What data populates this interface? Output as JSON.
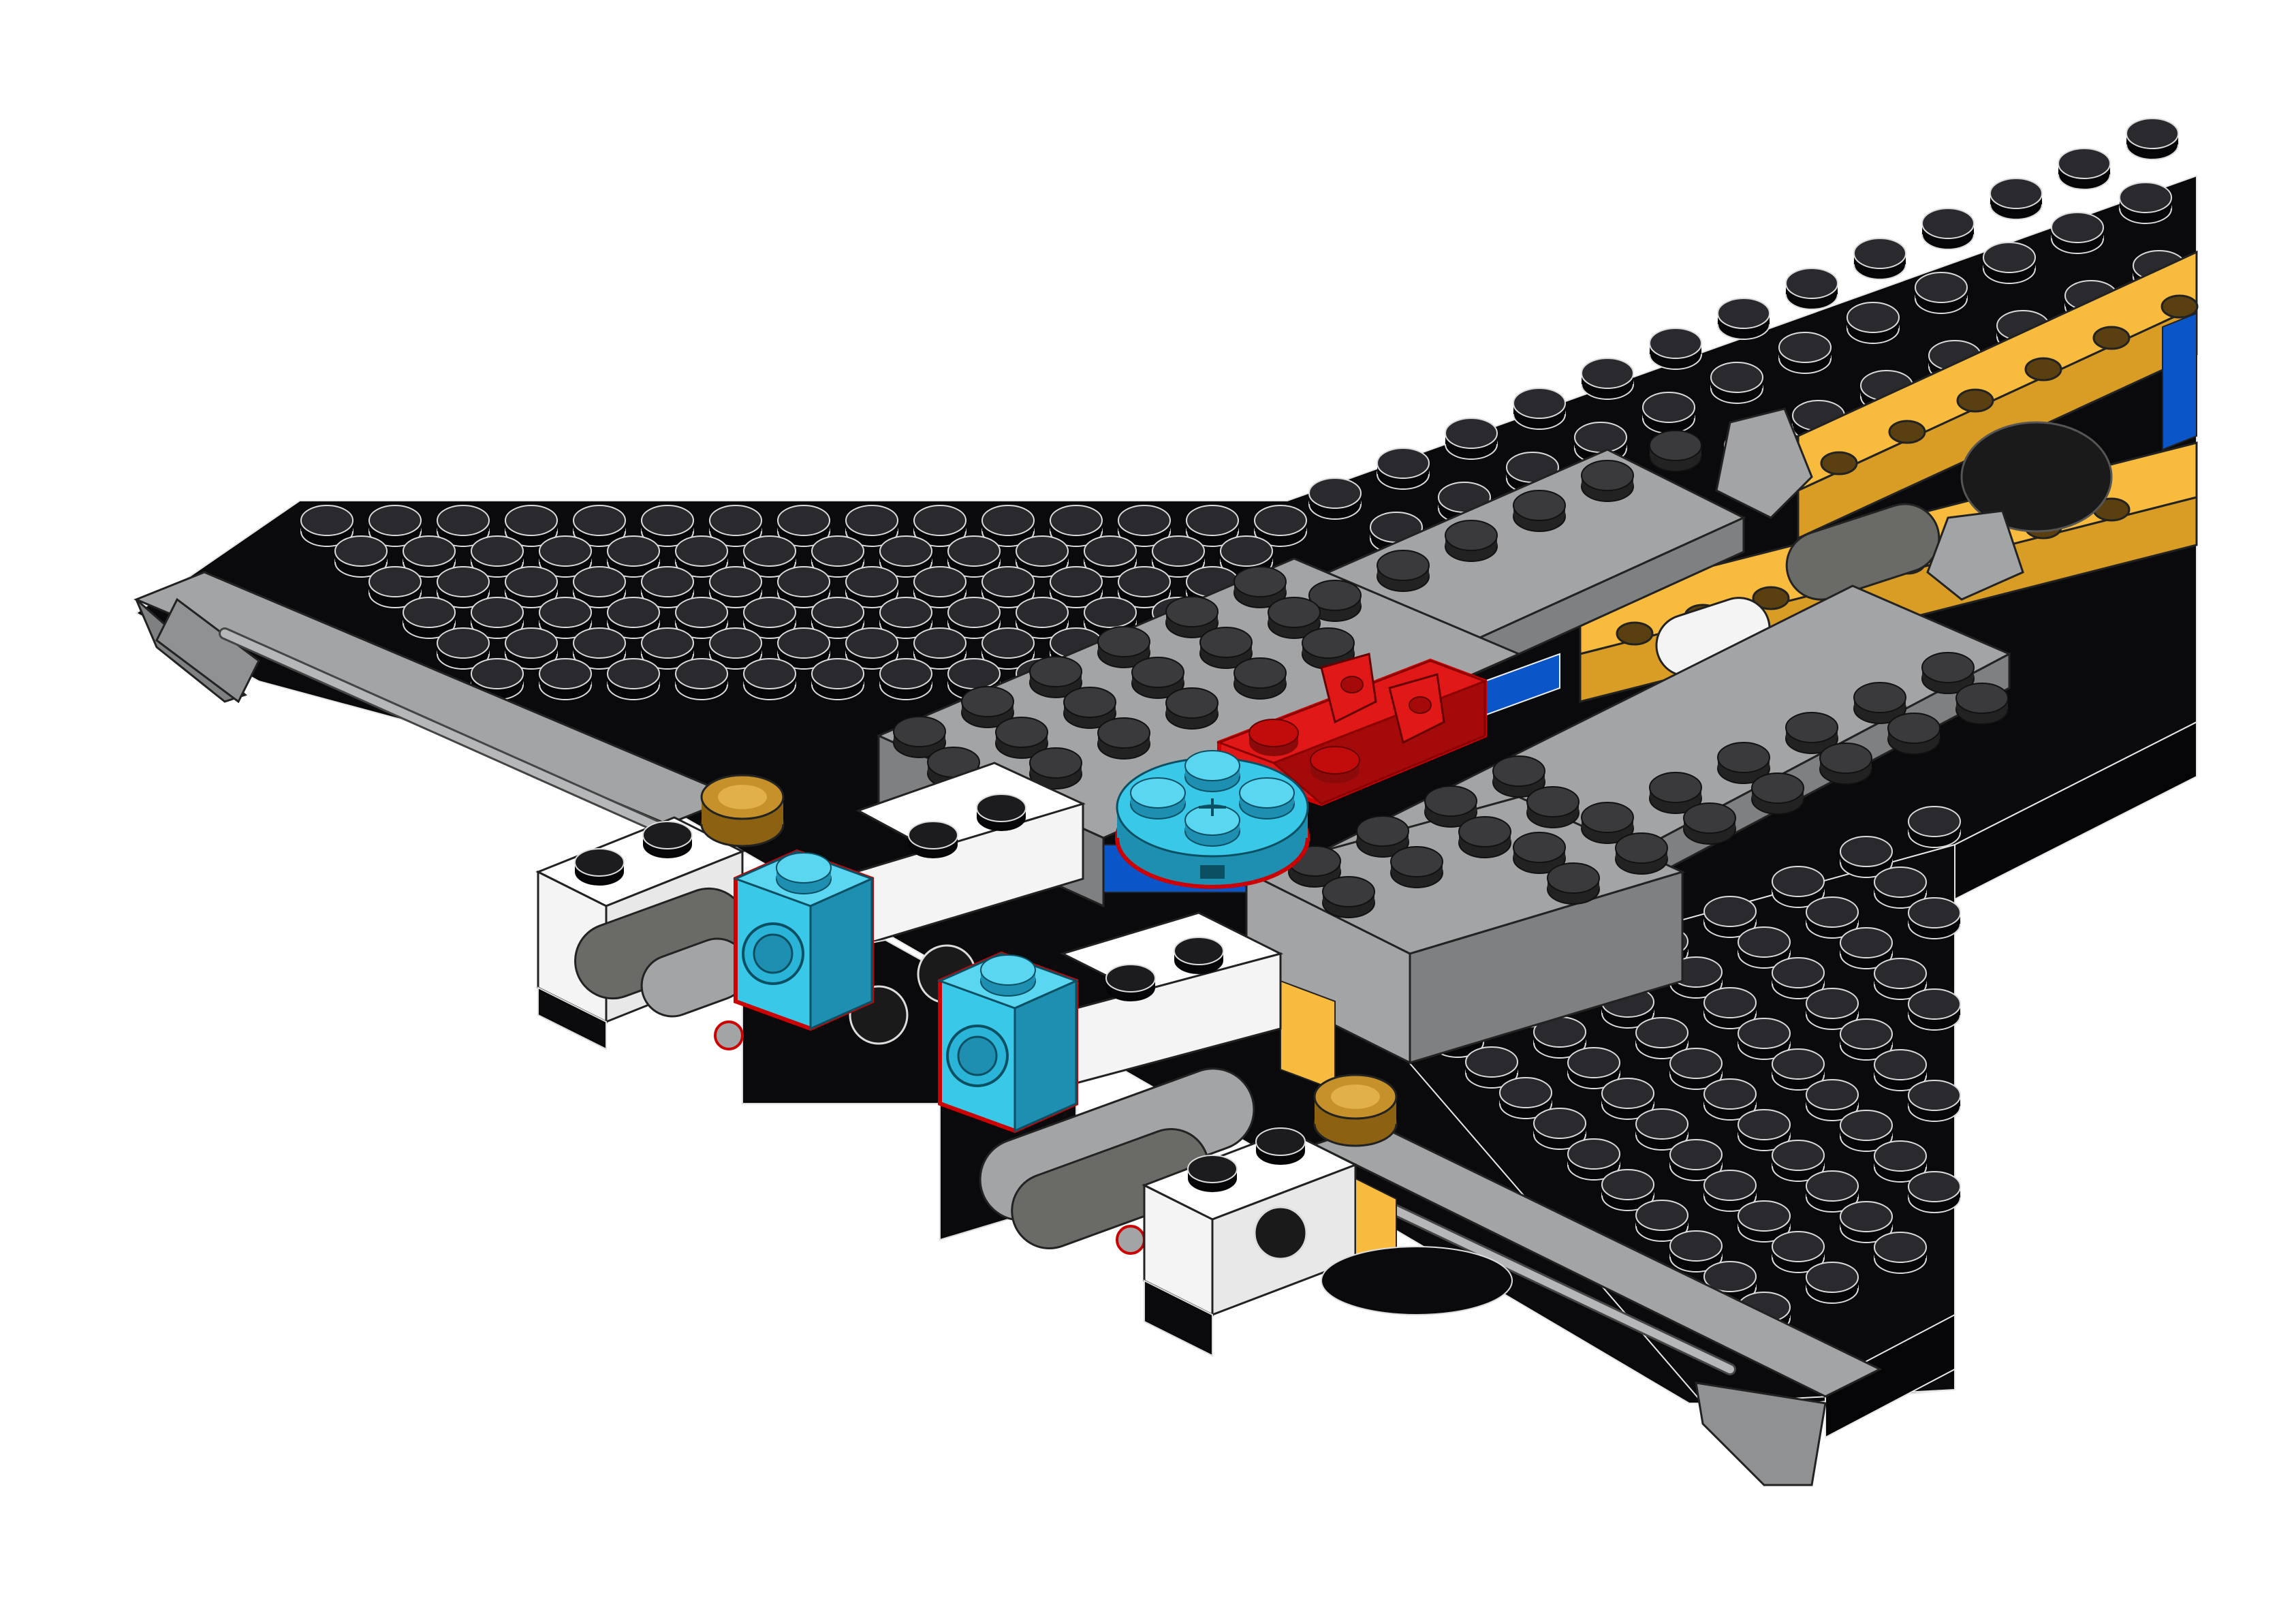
{
  "colors": {
    "background": "#ffffff",
    "black_brick": "#0a0a0c",
    "black_stud": "#1c1c20",
    "light_gray": "#a2a4a6",
    "light_gray_dark": "#7e8082",
    "dark_gray": "#6a6a66",
    "yellow": "#f8bb3d",
    "blue": "#0a55c8",
    "white": "#f4f4f4",
    "red": "#e11818",
    "red_dark": "#a50a0a",
    "azure": "#3ac8e8",
    "azure_dark": "#1e8fb0",
    "pearl_gold": "#c6902a",
    "outline": "#e8e8e8",
    "highlight_outline": "#cc0000"
  },
  "parts": {
    "added": [
      {
        "name": "azure-technic-brick-1x1-left",
        "color": "azure"
      },
      {
        "name": "azure-technic-brick-1x1-right",
        "color": "azure"
      },
      {
        "name": "azure-round-plate-2x2",
        "color": "azure"
      },
      {
        "name": "red-hinge-plate-1x2",
        "color": "red"
      }
    ]
  }
}
